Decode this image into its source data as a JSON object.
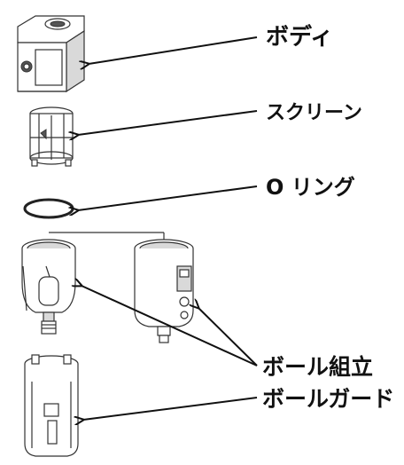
{
  "labels": {
    "body": "ボディ",
    "screen": "スクリーン",
    "oring": "O リング",
    "bowl_assembly": "ボール組立",
    "bowl_guard": "ボールガード"
  }
}
